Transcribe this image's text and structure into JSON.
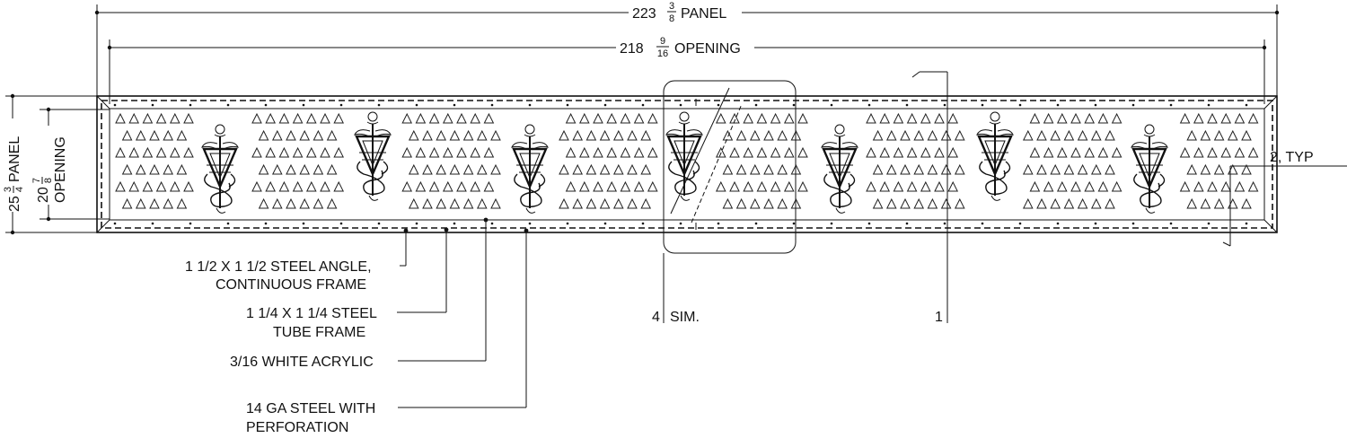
{
  "dimensions": {
    "panel_width": {
      "whole": "223",
      "num": "3",
      "den": "8",
      "label": "PANEL"
    },
    "opening_width": {
      "whole": "218",
      "num": "9",
      "den": "16",
      "label": "OPENING"
    },
    "panel_height": {
      "whole": "25",
      "num": "3",
      "den": "4",
      "label": "PANEL"
    },
    "opening_height": {
      "whole": "20",
      "num": "7",
      "den": "8",
      "label": "OPENING"
    }
  },
  "callouts": {
    "angle": [
      "1 1/2 X 1 1/2 STEEL ANGLE,",
      "CONTINUOUS FRAME"
    ],
    "tube": [
      "1 1/4 X 1 1/4 STEEL",
      "TUBE FRAME"
    ],
    "acrylic": [
      "3/16 WHITE ACRYLIC"
    ],
    "steel": [
      "14 GA STEEL WITH",
      "PERFORATION"
    ]
  },
  "references": {
    "detail_4": "4",
    "detail_4_note": "SIM.",
    "section_1": "1",
    "detail_2": "2, TYP"
  },
  "emblem": {
    "name": "caduceus-v-emblem",
    "count": 7
  }
}
